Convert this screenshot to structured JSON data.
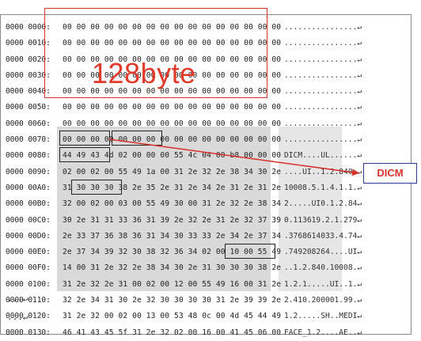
{
  "annotations": {
    "header_label": "128byte",
    "callout_label": "DICM",
    "colors": {
      "red": "#d9302b",
      "blue": "#2c3a93",
      "shade": "#d9d9d9"
    }
  },
  "rows": [
    {
      "addr": "0000 0000:",
      "hex": "00 00 00 00 00 00 00 00 00 00 00 00 00 00 00 00",
      "ascii": "................↵"
    },
    {
      "addr": "0000 0010:",
      "hex": "00 00 00 00 00 00 00 00 00 00 00 00 00 00 00 00",
      "ascii": "................↵"
    },
    {
      "addr": "0000 0020:",
      "hex": "00 00 00 00 00 00 00 00 00 00 00 00 00 00 00 00",
      "ascii": "................↵"
    },
    {
      "addr": "0000 0030:",
      "hex": "00 00 00 00 00 00 00 00 00 00 00 00 00 00 00 00",
      "ascii": "................↵"
    },
    {
      "addr": "0000 0040:",
      "hex": "00 00 00 00 00 00 00 00 00 00 00 00 00 00 00 00",
      "ascii": "................↵"
    },
    {
      "addr": "0000 0050:",
      "hex": "00 00 00 00 00 00 00 00 00 00 00 00 00 00 00 00",
      "ascii": "................↵"
    },
    {
      "addr": "0000 0060:",
      "hex": "00 00 00 00 00 00 00 00 00 00 00 00 00 00 00 00",
      "ascii": "................↵"
    },
    {
      "addr": "0000 0070:",
      "hex": "00 00 00 00 00 00 00 00 00 00 00 00 00 00 00 00",
      "ascii": "................↵"
    },
    {
      "addr": "0000 0080:",
      "hex": "44 49 43 4d 02 00 00 00 55 4c 04 00 b8 00 00 00",
      "ascii": "DICM....UL......↵"
    },
    {
      "addr": "0000 0090:",
      "hex": "02 00 02 00 55 49 1a 00 31 2e 32 2e 38 34 30 2e",
      "ascii": "....UI..1.2.840.↵"
    },
    {
      "addr": "0000 00A0:",
      "hex": "31 30 30 30 38 2e 35 2e 31 2e 34 2e 31 2e 31 2e",
      "ascii": "10008.5.1.4.1.1.↵"
    },
    {
      "addr": "0000 00B0:",
      "hex": "32 00 02 00 03 00 55 49 30 00 31 2e 32 2e 38 34",
      "ascii": "2.....UI0.1.2.84↵"
    },
    {
      "addr": "0000 00C0:",
      "hex": "30 2e 31 31 33 36 31 39 2e 32 2e 31 2e 32 37 39",
      "ascii": "0.113619.2.1.279↵"
    },
    {
      "addr": "0000 00D0:",
      "hex": "2e 33 37 36 38 36 31 34 30 33 33 2e 34 2e 37 34",
      "ascii": ".3768614033.4.74↵"
    },
    {
      "addr": "0000 00E0:",
      "hex": "2e 37 34 39 32 30 38 32 36 34 02 00 10 00 55 49",
      "ascii": ".749208264....UI↵"
    },
    {
      "addr": "0000 00F0:",
      "hex": "14 00 31 2e 32 2e 38 34 30 2e 31 30 30 30 38 2e",
      "ascii": "..1.2.840.10008.↵"
    },
    {
      "addr": "0000 0100:",
      "hex": "31 2e 32 2e 31 00 02 00 12 00 55 49 16 00 31 2e",
      "ascii": "1.2.1.....UI..1.↵"
    },
    {
      "addr": "0000 0110:",
      "hex": "32 2e 34 31 30 2e 32 30 30 30 30 31 2e 39 39 2e",
      "ascii": "2.410.200001.99.↵"
    },
    {
      "addr": "0000 0120:",
      "hex": "31 2e 32 00 02 00 13 00 53 48 0c 00 4d 45 44 49",
      "ascii": "1.2.....SH..MEDI↵"
    },
    {
      "addr": "0000 0130:",
      "hex": "46 41 43 45 5f 31 2e 32 02 00 16 00 41 45 06 00",
      "ascii": "FACE_1.2....AE..↵"
    }
  ],
  "trailing_lines": [
    "...↵",
    "...↵"
  ]
}
